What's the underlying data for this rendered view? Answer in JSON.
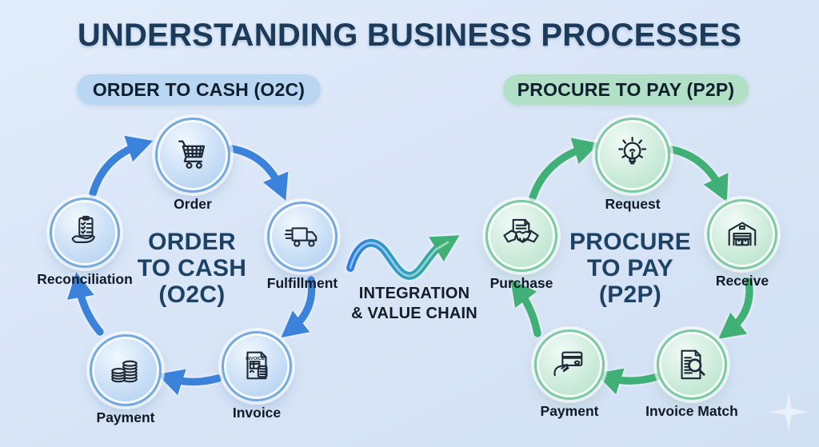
{
  "title": "UNDERSTANDING BUSINESS PROCESSES",
  "badges": {
    "o2c": "ORDER TO CASH (O2C)",
    "p2p": "PROCURE TO PAY (P2P)"
  },
  "o2c": {
    "center": [
      "ORDER",
      "TO CASH",
      "(O2C)"
    ],
    "accent": "#3b82da",
    "ring": "#76aadf",
    "pill_bg": "#b9d6f3",
    "nodes": [
      {
        "label": "Order",
        "icon": "shopping-cart-icon"
      },
      {
        "label": "Fulfillment",
        "icon": "delivery-truck-icon"
      },
      {
        "label": "Invoice",
        "icon": "invoice-calculator-icon",
        "icon_text": "INVOICE"
      },
      {
        "label": "Payment",
        "icon": "coin-stacks-icon"
      },
      {
        "label": "Reconciliation",
        "icon": "checklist-hand-icon"
      }
    ]
  },
  "p2p": {
    "center": [
      "PROCURE",
      "TO PAY",
      "(P2P)"
    ],
    "accent": "#3fb077",
    "ring": "#7bcaa2",
    "pill_bg": "#b2e0c7",
    "nodes": [
      {
        "label": "Request",
        "icon": "lightbulb-icon"
      },
      {
        "label": "Receive",
        "icon": "warehouse-icon"
      },
      {
        "label": "Invoice Match",
        "icon": "document-magnifier-icon"
      },
      {
        "label": "Payment",
        "icon": "credit-card-hand-icon"
      },
      {
        "label": "Purchase",
        "icon": "handshake-document-icon"
      }
    ]
  },
  "integration": {
    "lines": [
      "INTEGRATION",
      "& VALUE CHAIN"
    ]
  },
  "colors": {
    "title": "#1c3b5a",
    "background": "#d8e5f7",
    "wave_start": "#2e7de0",
    "wave_end": "#3cb277"
  }
}
